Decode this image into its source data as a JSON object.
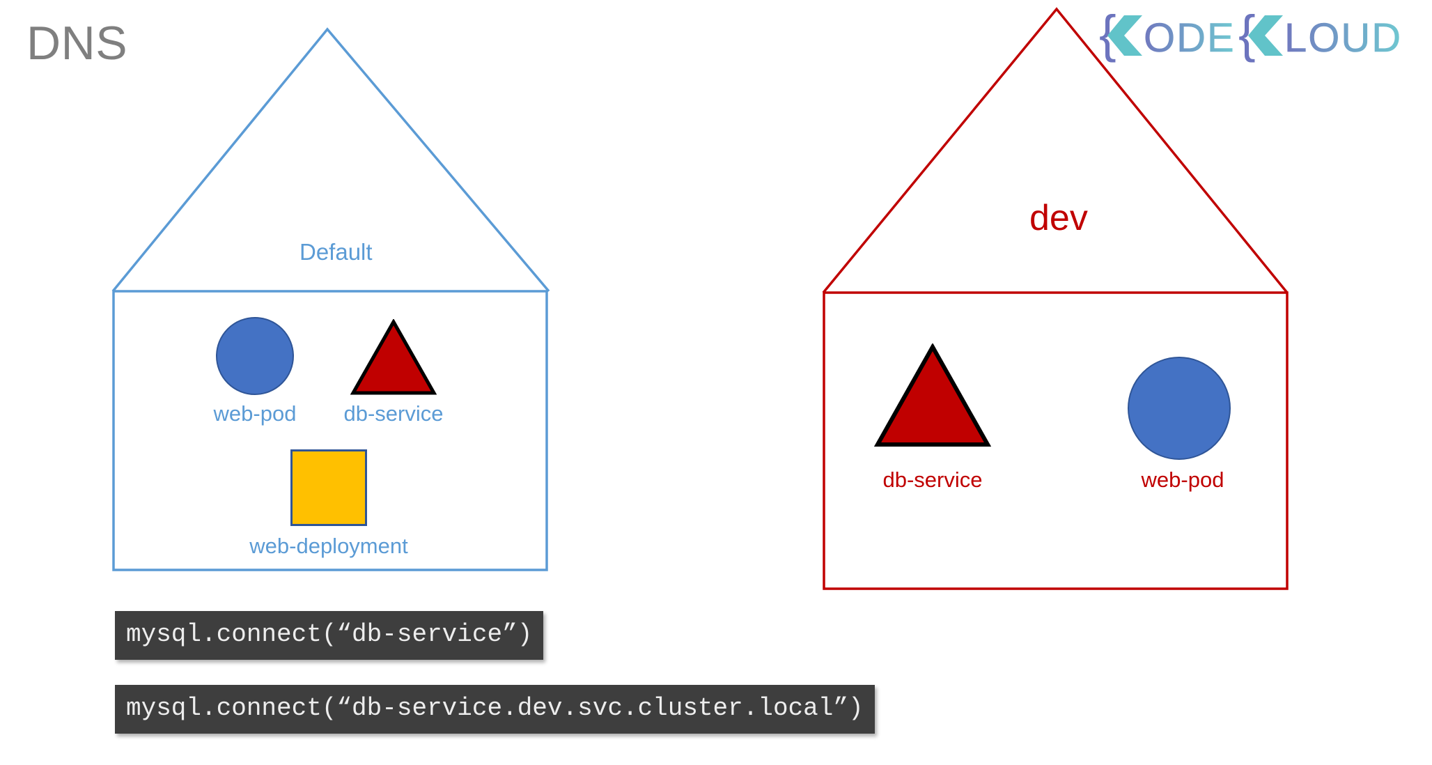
{
  "slide": {
    "title": "DNS",
    "title_color": "#7F7F7F"
  },
  "brand": {
    "name": "KodeKloud",
    "logo_parts": [
      "{",
      "K",
      "ODE",
      "{",
      "K",
      "LOUD"
    ],
    "brace_color": "#6C74BE",
    "chevron_color": "#61C3C9",
    "word_gradient_from": "#7078BE",
    "word_gradient_to": "#6FC8D1"
  },
  "namespaces": [
    {
      "id": "default",
      "label": "Default",
      "color": "#5B9BD5",
      "resources": [
        {
          "id": "web-pod",
          "label": "web-pod",
          "shape": "circle",
          "fill": "#4472C4",
          "stroke": "#2F5597"
        },
        {
          "id": "db-service",
          "label": "db-service",
          "shape": "triangle",
          "fill": "#C00000",
          "stroke": "#000000"
        },
        {
          "id": "web-deployment",
          "label": "web-deployment",
          "shape": "square",
          "fill": "#FFC000",
          "stroke": "#2F5597"
        }
      ]
    },
    {
      "id": "dev",
      "label": "dev",
      "color": "#C00000",
      "resources": [
        {
          "id": "db-service",
          "label": "db-service",
          "shape": "triangle",
          "fill": "#C00000",
          "stroke": "#000000"
        },
        {
          "id": "web-pod",
          "label": "web-pod",
          "shape": "circle",
          "fill": "#4472C4",
          "stroke": "#2F5597"
        }
      ]
    }
  ],
  "code_snippets": [
    {
      "id": "short-name",
      "text": "mysql.connect(“db-service”)"
    },
    {
      "id": "fqdn",
      "text": "mysql.connect(“db-service.dev.svc.cluster.local”)"
    }
  ]
}
